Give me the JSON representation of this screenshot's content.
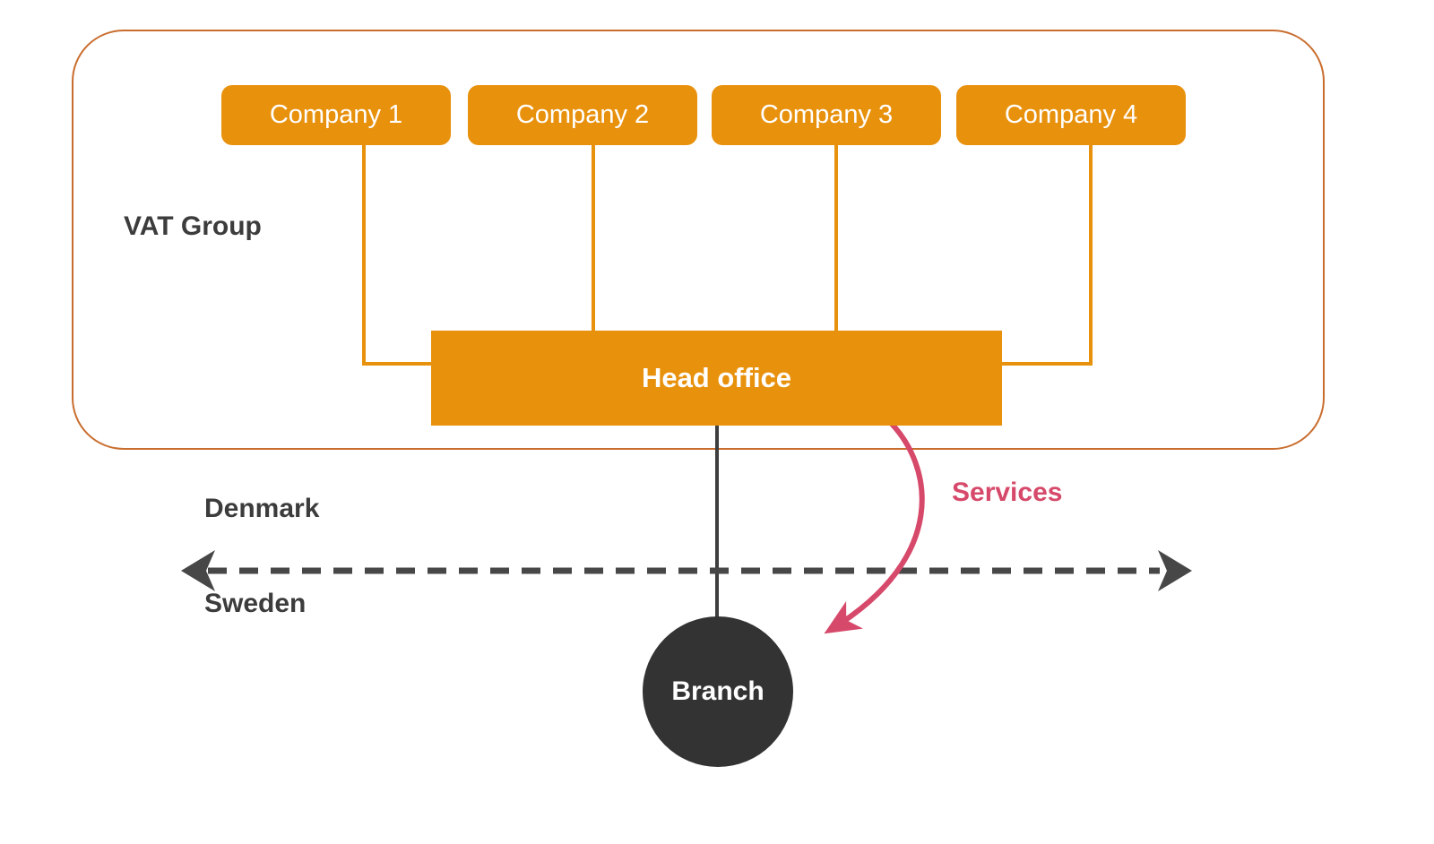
{
  "vat_group": {
    "label": "VAT Group"
  },
  "companies": [
    {
      "label": "Company 1"
    },
    {
      "label": "Company 2"
    },
    {
      "label": "Company 3"
    },
    {
      "label": "Company 4"
    }
  ],
  "head_office": {
    "label": "Head office"
  },
  "border_line": {
    "top_label": "Denmark",
    "bottom_label": "Sweden"
  },
  "branch": {
    "label": "Branch"
  },
  "services": {
    "label": "Services"
  },
  "colors": {
    "box_orange": "#E8910D",
    "group_outline_orange": "#C96D2E",
    "dark_gray": "#3E3E3E",
    "services_pink": "#D6496A"
  }
}
